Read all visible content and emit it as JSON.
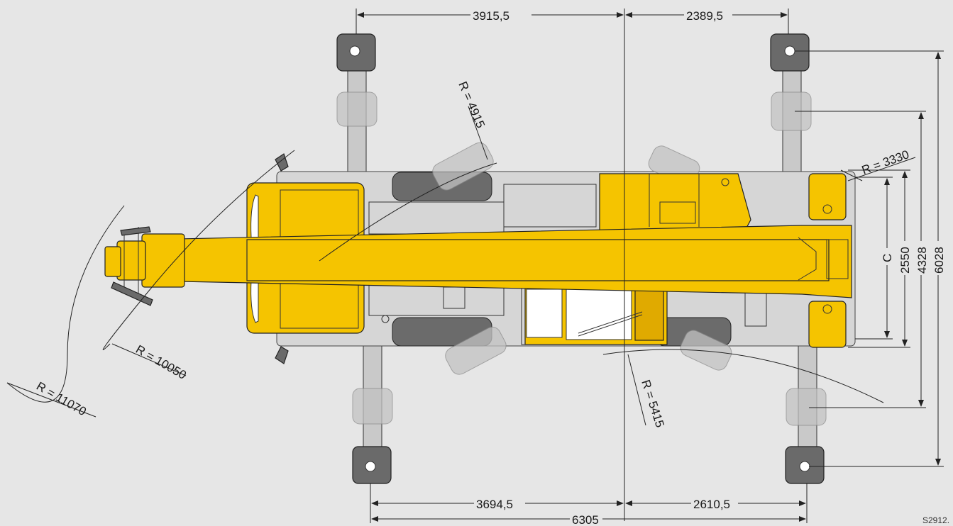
{
  "dimensions": {
    "top_left": "3915,5",
    "top_right": "2389,5",
    "bottom_left": "3694,5",
    "bottom_right": "2610,5",
    "bottom_total": "6305",
    "right_c": "C",
    "right_2550": "2550",
    "right_4328": "4328",
    "right_6028": "6028"
  },
  "radii": {
    "r_4915": "R = 4915",
    "r_3330": "R = 3330",
    "r_10050": "R = 10050",
    "r_11070": "R = 11070",
    "r_5415": "R = 5415"
  },
  "drawing_code": "S2912.",
  "colors": {
    "background": "#e6e6e6",
    "crane_yellow": "#f5c400",
    "chassis_gray": "#c9c9c9",
    "line": "#222222"
  }
}
